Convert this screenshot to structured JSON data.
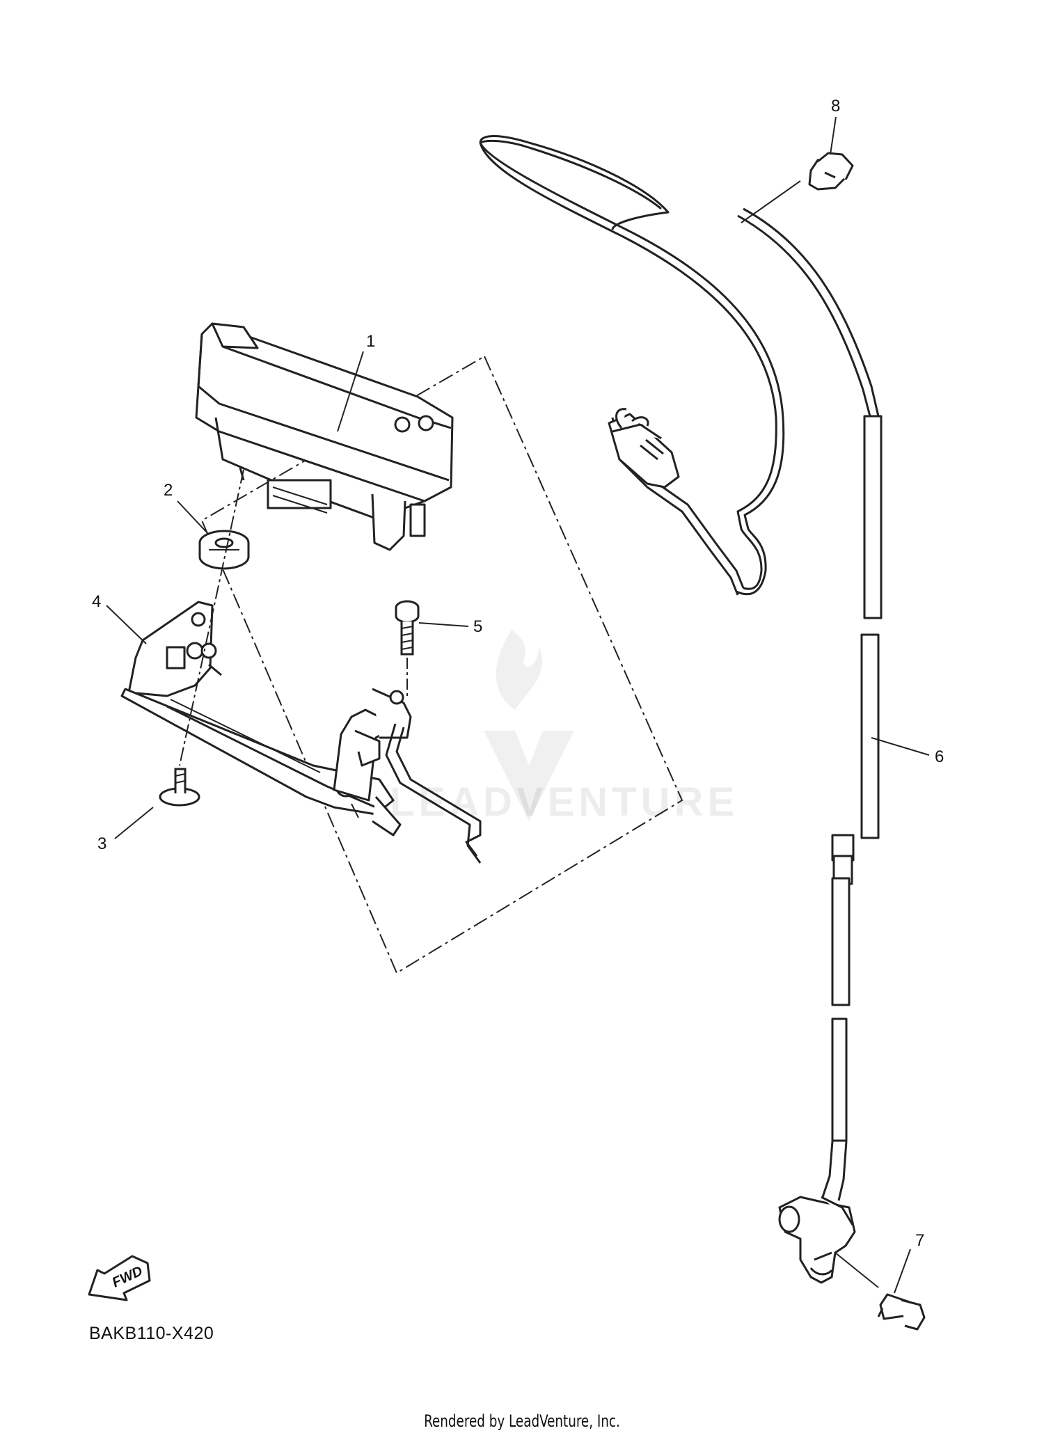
{
  "diagram_code": "BAKB110-X420",
  "footer": "Rendered by LeadVenture, Inc.",
  "fwd_label": "FWD",
  "watermark": "LEADVENTURE",
  "callouts": {
    "c1": "1",
    "c2": "2",
    "c3": "3",
    "c4": "4",
    "c5": "5",
    "c6": "6",
    "c7": "7",
    "c8": "8"
  }
}
